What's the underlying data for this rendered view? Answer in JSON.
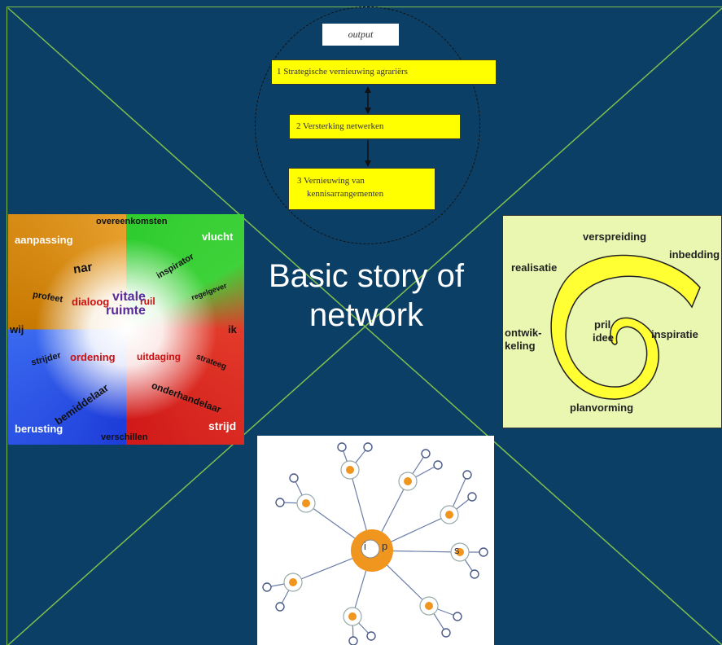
{
  "title": "Basic story of network",
  "colors": {
    "background": "#0b3f66",
    "lines": "#7fbf4d",
    "flow_box": "#ffff00",
    "spiral_fill": "#ffff33",
    "spiral_panel": "#eaf7b0",
    "node_orange": "#f0951e"
  },
  "output_flow": {
    "label": "output",
    "steps": [
      "1 Strategische vernieuwing agrariërs",
      "2 Versterking netwerken",
      "3 Vernieuwing van",
      "kennisarrangementen"
    ]
  },
  "quadrant_words": {
    "overeenkomsten": "overeenkomsten",
    "aanpassing": "aanpassing",
    "vlucht": "vlucht",
    "nar": "nar",
    "inspirator": "inspirator",
    "profeet": "profeet",
    "dialoog": "dialoog",
    "ruil": "ruil",
    "regelgever": "regelgever",
    "vitale": "vitale",
    "ruimte": "ruimte",
    "wij": "wij",
    "ik": "ik",
    "strijder": "strijder",
    "ordening": "ordening",
    "uitdaging": "uitdaging",
    "strateeg": "strateeg",
    "bemiddelaar": "bemiddelaar",
    "onderhandelaar": "onderhandelaar",
    "berusting": "berusting",
    "verschillen": "verschillen",
    "strijd": "strijd"
  },
  "spiral_words": {
    "verspreiding": "verspreiding",
    "realisatie": "realisatie",
    "inbedding": "inbedding",
    "ontwik": "ontwik-",
    "keling": "keling",
    "pril": "pril",
    "idee": "idee",
    "inspiratie": "inspiratie",
    "planvorming": "planvorming"
  },
  "network_labels": {
    "hub_i": "i",
    "hub_p": "p",
    "node_s": "s"
  }
}
